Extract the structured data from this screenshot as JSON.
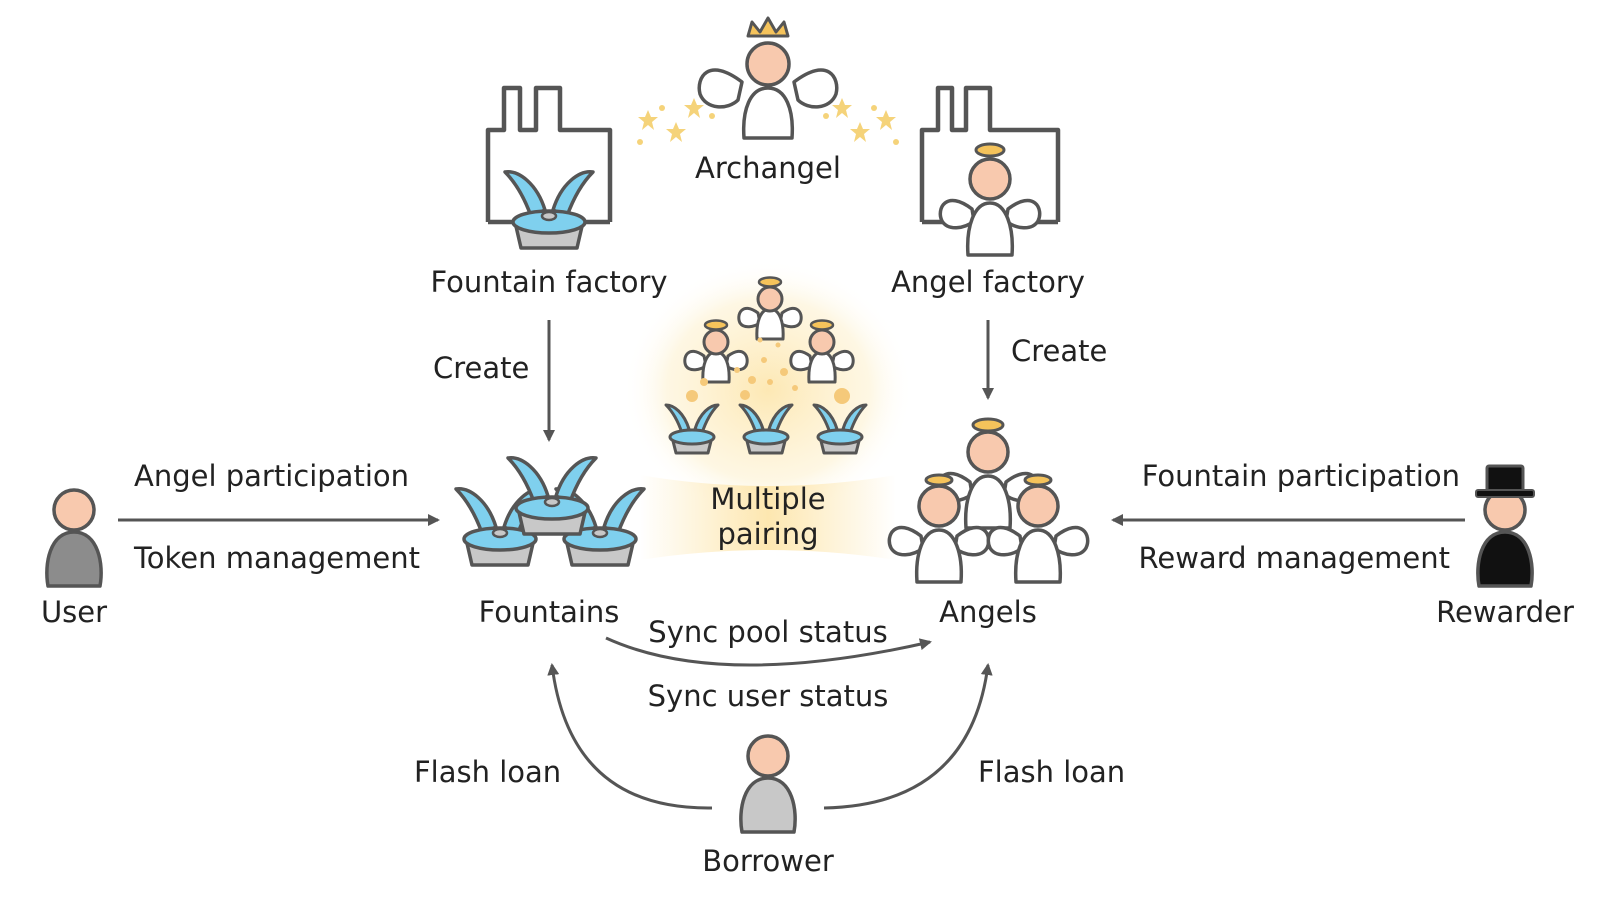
{
  "nodes": {
    "archangel": "Archangel",
    "fountain_factory": "Fountain factory",
    "angel_factory": "Angel factory",
    "fountains": "Fountains",
    "angels": "Angels",
    "user": "User",
    "rewarder": "Rewarder",
    "borrower": "Borrower"
  },
  "edges": {
    "create_left": "Create",
    "create_right": "Create",
    "angel_participation": "Angel participation",
    "token_management": "Token management",
    "fountain_participation": "Fountain participation",
    "reward_management": "Reward management",
    "sync_pool_status": "Sync pool status",
    "sync_user_status": "Sync user status",
    "flash_loan_left": "Flash loan",
    "flash_loan_right": "Flash loan"
  },
  "center": {
    "line1": "Multiple",
    "line2": "pairing"
  },
  "colors": {
    "stroke": "#555555",
    "skin": "#F8C9AE",
    "halo": "#F5C35B",
    "water": "#7FD0EE",
    "basin": "#C8C8C8",
    "user_body": "#8C8C8C",
    "borrower_body": "#C8C8C8",
    "rewarder_body": "#111111",
    "glow": "#FDE7B0"
  },
  "icons": [
    "archangel-icon",
    "fountain-factory-icon",
    "angel-factory-icon",
    "fountains-icon",
    "angels-icon",
    "user-icon",
    "rewarder-icon",
    "borrower-icon",
    "pairing-icon"
  ]
}
